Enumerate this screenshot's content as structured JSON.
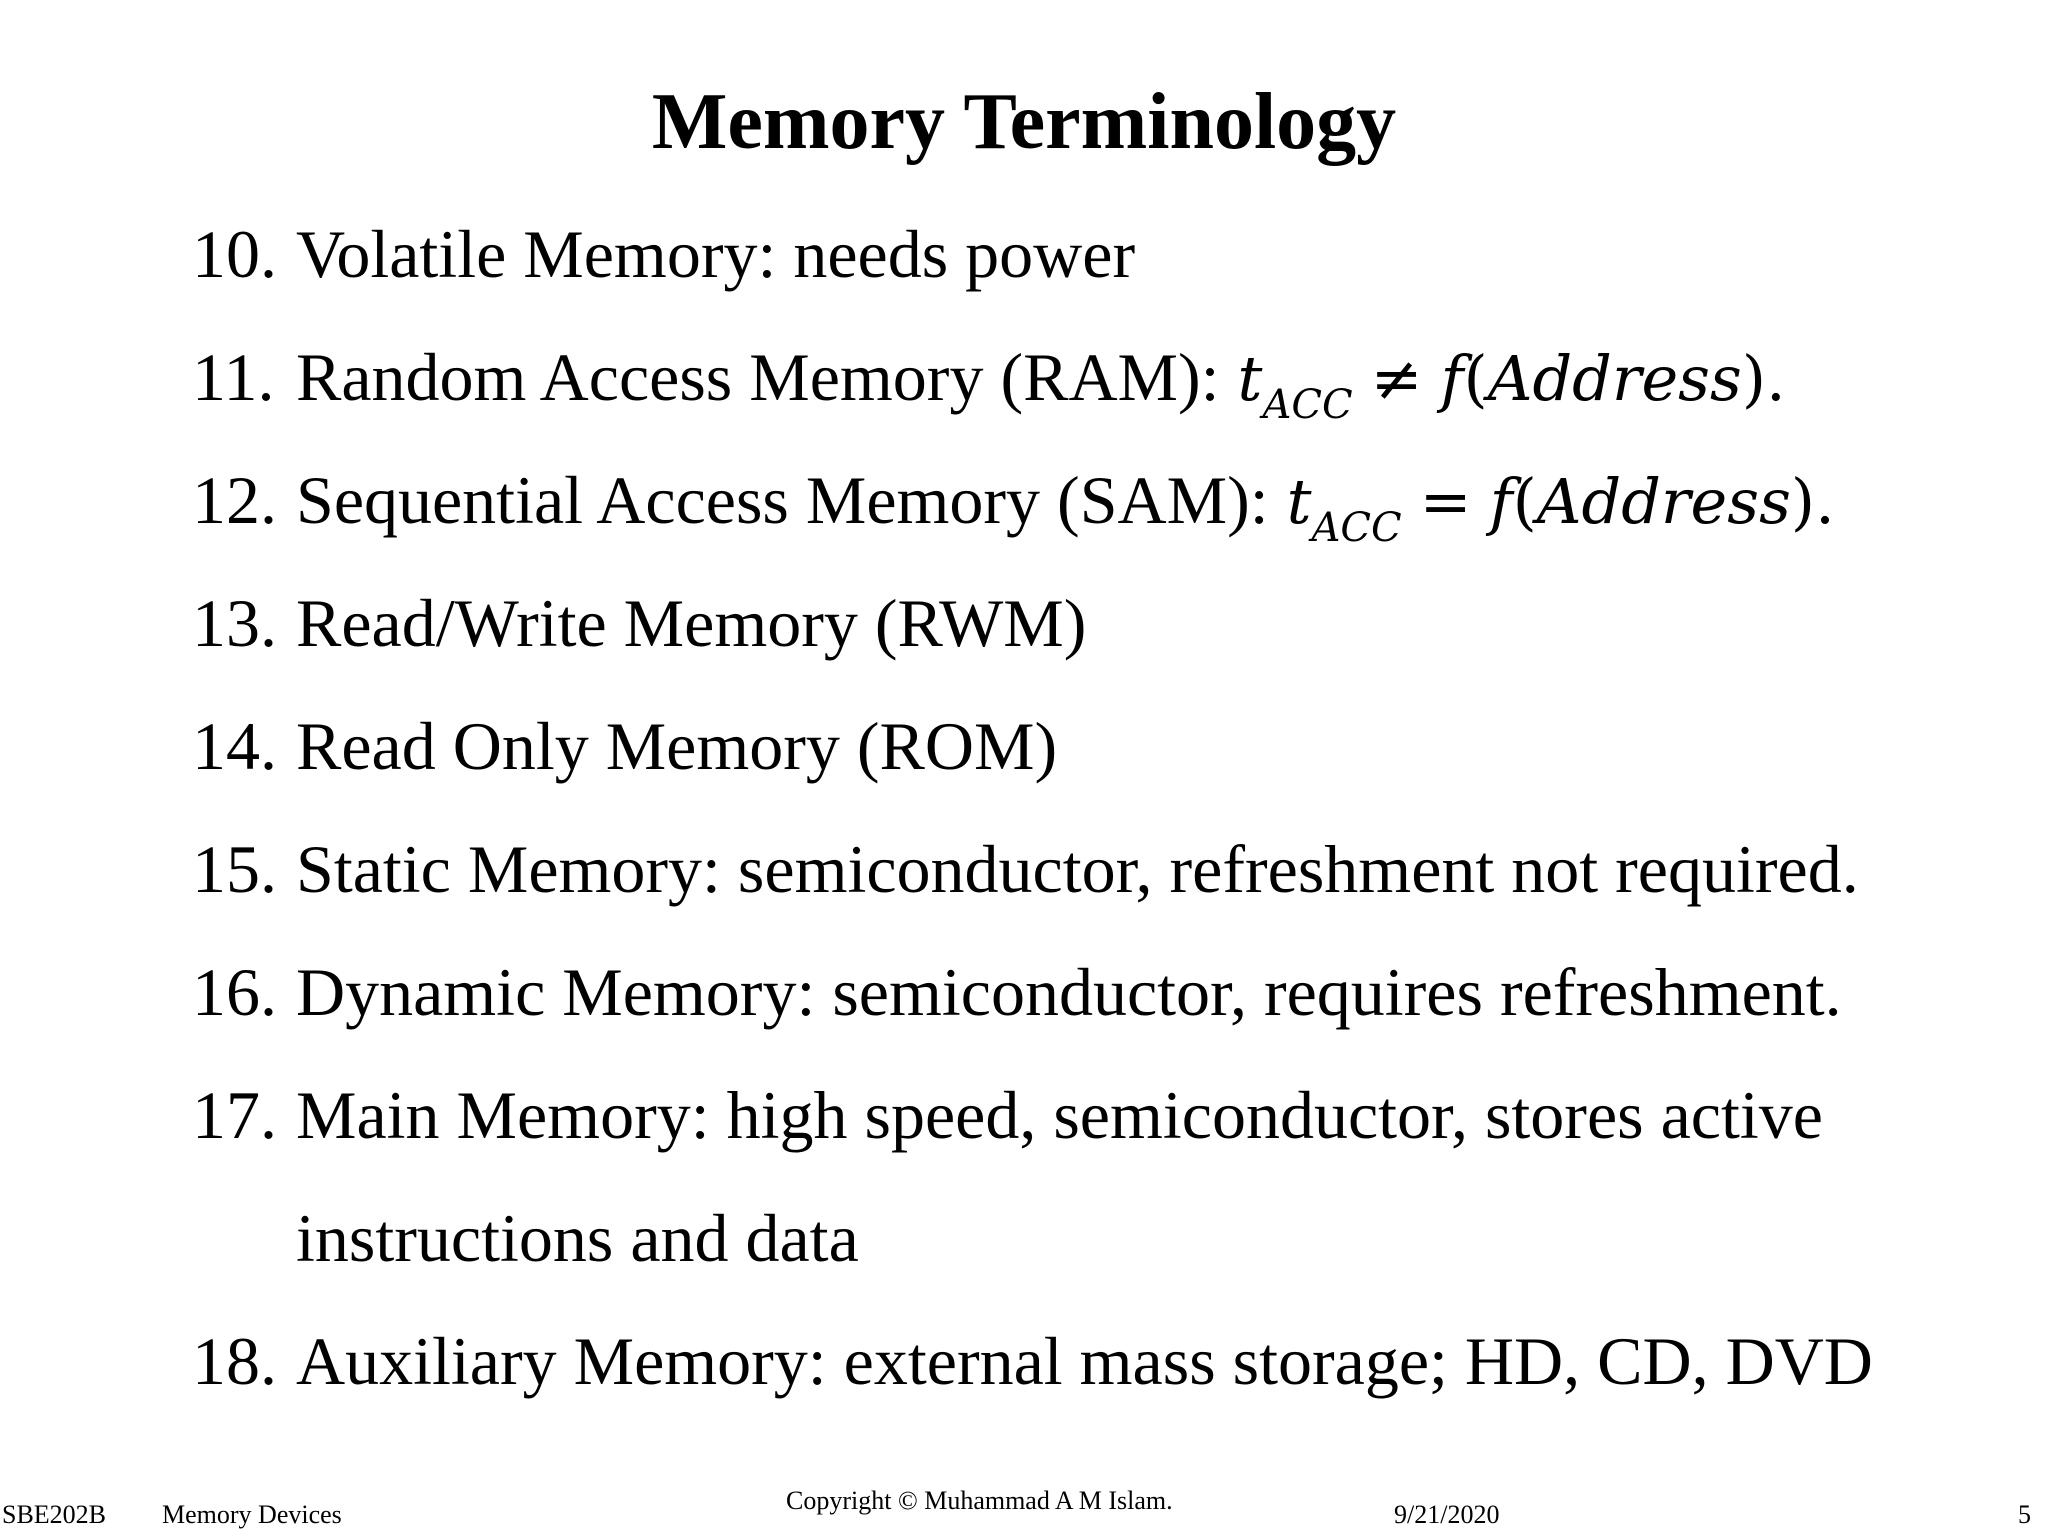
{
  "title": "Memory Terminology",
  "items": [
    {
      "number": "10.",
      "text": "Volatile Memory: needs power"
    },
    {
      "number": "11.",
      "text": "Random Access Memory (RAM):",
      "math": {
        "var": "t",
        "sub": "ACC",
        "op": "≠",
        "fn": "f",
        "arg": "Address",
        "end": "."
      }
    },
    {
      "number": "12.",
      "text": "Sequential Access Memory (SAM):",
      "math": {
        "var": "t",
        "sub": "ACC",
        "op": "=",
        "fn": "f",
        "arg": "Address",
        "end": "."
      }
    },
    {
      "number": "13.",
      "text": "Read/Write Memory (RWM)"
    },
    {
      "number": "14.",
      "text": "Read Only Memory (ROM)"
    },
    {
      "number": "15.",
      "text": "Static Memory: semiconductor, refreshment not required."
    },
    {
      "number": "16.",
      "text": "Dynamic Memory: semiconductor, requires refreshment."
    },
    {
      "number": "17.",
      "text": "Main Memory: high speed, semiconductor, stores active",
      "continuation": "instructions and data"
    },
    {
      "number": "18.",
      "text": "Auxiliary Memory: external mass storage; HD, CD, DVD"
    }
  ],
  "footer": {
    "course": "SBE202B",
    "topic": "Memory Devices",
    "copyright": "Copyright © Muhammad A M Islam.",
    "date": "9/21/2020",
    "page": "5"
  }
}
